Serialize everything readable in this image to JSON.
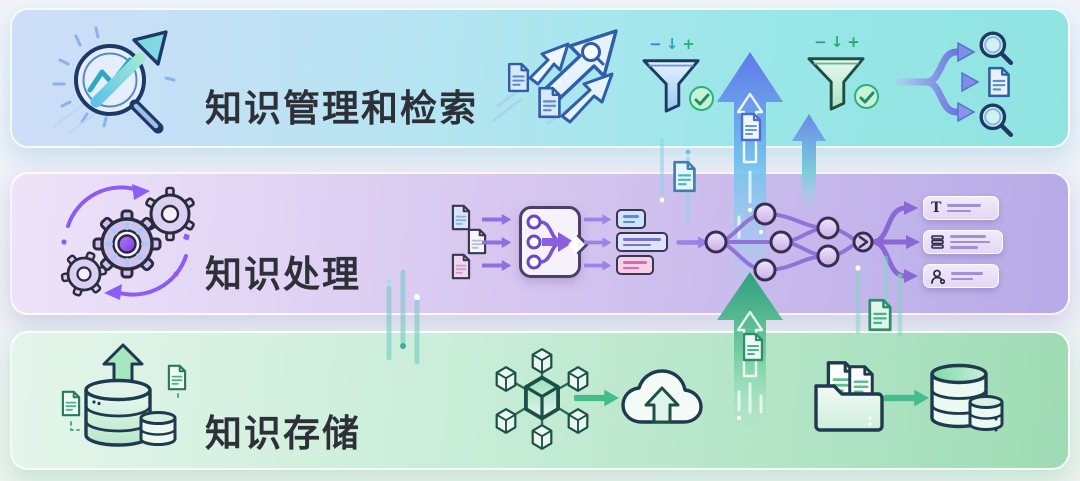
{
  "page": {
    "background": "#eef1f7"
  },
  "diagram": {
    "bands": [
      {
        "id": "knowledge-retrieval",
        "title": "知识管理和检索",
        "icon": "search-trend-icon",
        "gradient": [
          "#cfddf8",
          "#9ae6e8",
          "#8fe4e1"
        ]
      },
      {
        "id": "knowledge-processing",
        "title": "知识处理",
        "icon": "gears-sync-icon",
        "gradient": [
          "#eee3f9",
          "#d6c6f0",
          "#b7abe8"
        ]
      },
      {
        "id": "knowledge-storage",
        "title": "知识存储",
        "icon": "database-upload-icon",
        "gradient": [
          "#e4f5ea",
          "#c7edd7",
          "#9edcb5"
        ]
      }
    ],
    "funnels": [
      {
        "id": "filter-blue",
        "controls": {
          "minus": "−",
          "down": "↓",
          "plus": "+"
        }
      },
      {
        "id": "filter-green",
        "controls": {
          "minus": "−",
          "down": "↓",
          "plus": "+"
        }
      }
    ],
    "output_cards": [
      {
        "id": "text-card",
        "glyph": "T"
      },
      {
        "id": "structured-card"
      },
      {
        "id": "entity-card"
      }
    ],
    "colors": {
      "title": "#2e3038",
      "navy_outline": "#1d3a66",
      "purple_accent": "#8b5cf6",
      "green_accent": "#2fae7e",
      "blue_accent": "#4f7de0",
      "teal_accent": "#2fa8c8"
    }
  }
}
